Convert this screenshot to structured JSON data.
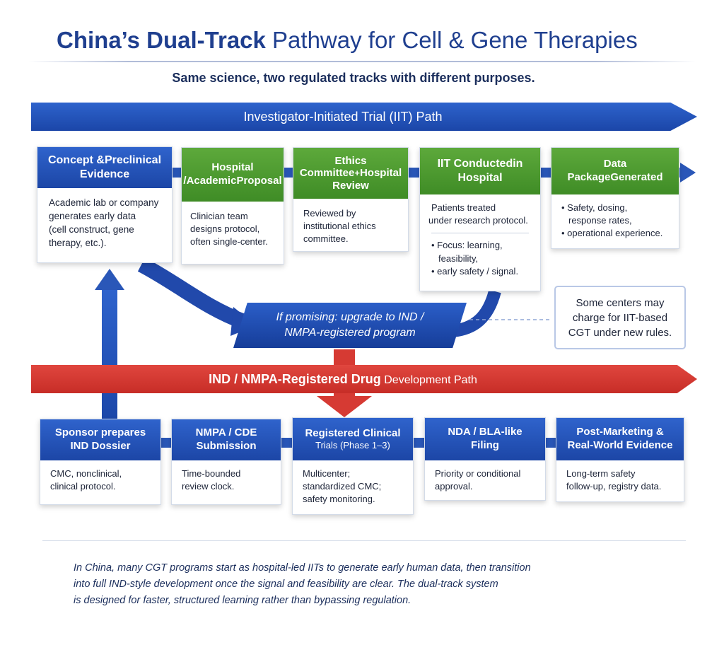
{
  "title": {
    "bold": "China’s Dual-Track",
    "rest": " Pathway for Cell & Gene Therapies"
  },
  "subtitle": "Same science, two regulated tracks with different purposes.",
  "iit_path": {
    "label": "Investigator-Initiated Trial (IIT) Path",
    "color": "#1f4fb5",
    "cards": [
      {
        "title_lines": [
          "Concept &",
          "Preclinical Evidence"
        ],
        "body_lines": [
          "Academic lab or company",
          "generates early data",
          "(cell construct, gene",
          "therapy, etc.)."
        ]
      },
      {
        "title_lines": [
          "Hospital /",
          "Academic",
          "Proposal"
        ],
        "body_lines": [
          "Clinician team",
          "designs protocol,",
          "often single-center."
        ]
      },
      {
        "title_lines": [
          "Ethics Committee",
          "+",
          "Hospital Review"
        ],
        "body_lines": [
          "Reviewed by",
          "institutional ethics",
          "committee."
        ]
      },
      {
        "title_lines": [
          "IIT Conducted",
          "in Hospital"
        ],
        "body_lines": [
          "Patients treated",
          "under research protocol."
        ],
        "body2_lines": [
          "• Focus: learning,",
          "feasibility,",
          "• early safety / signal."
        ]
      },
      {
        "title_lines": [
          "Data Package",
          "Generated"
        ],
        "body_lines": [
          "• Safety, dosing,",
          "response rates,",
          "• operational experience."
        ]
      }
    ]
  },
  "upgrade_callout": {
    "lines": [
      "If promising: upgrade to IND /",
      "NMPA-registered program"
    ]
  },
  "side_note": {
    "lines": [
      "Some centers may",
      "charge for IIT-based",
      "CGT under new rules."
    ]
  },
  "ind_path": {
    "label_bold": "IND / NMPA-Registered Drug",
    "label_light": " Development Path",
    "color": "#d63a33",
    "cards": [
      {
        "title_lines": [
          "Sponsor prepares",
          "IND Dossier"
        ],
        "body_lines": [
          "CMC, nonclinical,",
          "clinical protocol."
        ]
      },
      {
        "title_lines": [
          "NMPA / CDE",
          "Submission"
        ],
        "body_lines": [
          "Time-bounded",
          "review clock."
        ]
      },
      {
        "title_lines": [
          "Registered Clinical",
          "Trials (Phase 1–3)"
        ],
        "body_lines": [
          "Multicenter;",
          "standardized CMC;",
          "safety monitoring."
        ]
      },
      {
        "title_lines": [
          "NDA / BLA-like",
          "Filing"
        ],
        "body_lines": [
          "Priority or conditional",
          "approval."
        ]
      },
      {
        "title_lines": [
          "Post-Marketing &",
          "Real-World Evidence"
        ],
        "body_lines": [
          "Long-term safety",
          "follow-up, registry data."
        ]
      }
    ]
  },
  "footer_lines": [
    "In China, many CGT programs start as hospital-led IITs to generate early human data, then transition",
    "into full IND-style development once the signal and feasibility are clear. The dual-track system",
    "is designed for faster, structured learning rather than bypassing regulation."
  ],
  "colors": {
    "blue": "#1f4fb5",
    "green": "#4c9a30",
    "red": "#d63a33"
  }
}
